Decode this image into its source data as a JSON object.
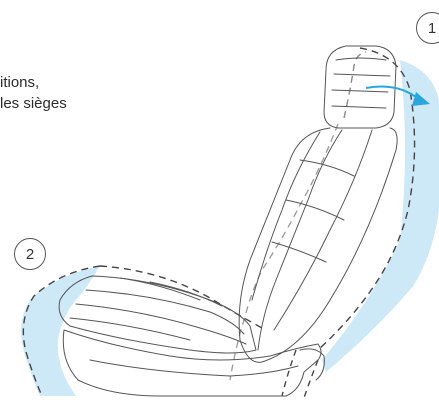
{
  "caption": {
    "line1": "itions,",
    "line2": "les sièges"
  },
  "callouts": {
    "first": "1",
    "second": "2"
  },
  "colors": {
    "highlight_fill": "#cde8f6",
    "arrow": "#2aa6de",
    "outline": "#555555"
  },
  "icons": {
    "arrow": "curved-arrow-icon"
  }
}
